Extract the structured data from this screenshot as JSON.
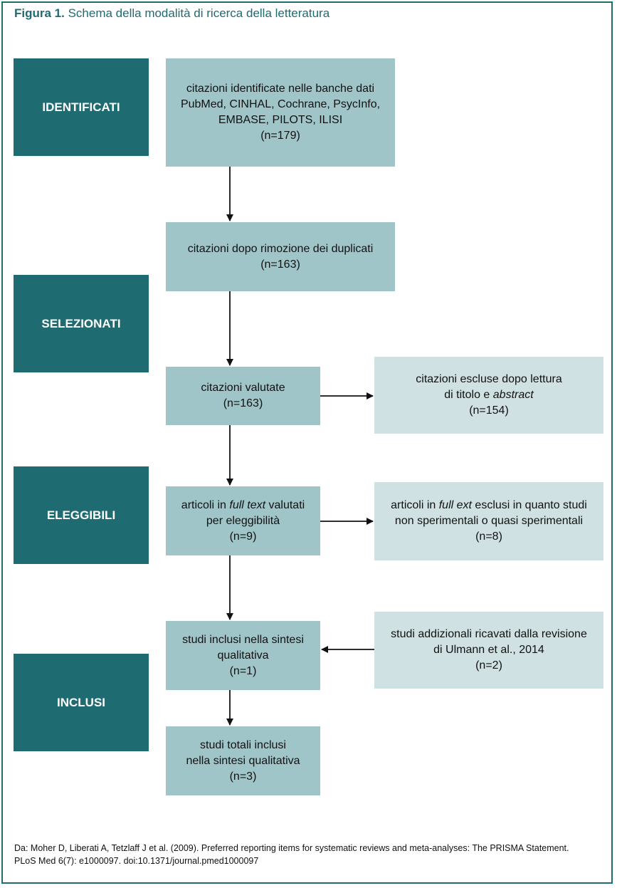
{
  "figure": {
    "label": "Figura 1.",
    "title": "Schema della modalità di ricerca della letteratura"
  },
  "stages": {
    "identified": "IDENTIFICATI",
    "selected": "SELEZIONATI",
    "eligible": "ELEGGIBILI",
    "included": "INCLUSI"
  },
  "boxes": {
    "identified": {
      "line1": "citazioni identificate nelle banche dati",
      "line2": "PubMed, CINHAL, Cochrane, PsycInfo,",
      "line3": "EMBASE, PILOTS, ILISI",
      "count": "(n=179)"
    },
    "dedup": {
      "line1": "citazioni dopo rimozione dei duplicati",
      "count": "(n=163)"
    },
    "screened": {
      "line1": "citazioni valutate",
      "count": "(n=163)"
    },
    "excluded_screen": {
      "line1": "citazioni escluse dopo lettura",
      "line2_pre": "di titolo e ",
      "line2_em": "abstract",
      "count": "(n=154)"
    },
    "fulltext": {
      "line1_pre": "articoli in ",
      "line1_em": "full text",
      "line1_post": " valutati",
      "line2": "per eleggibilità",
      "count": "(n=9)"
    },
    "excluded_fulltext": {
      "line1_pre": "articoli in ",
      "line1_em": "full ext",
      "line1_post": " esclusi in quanto studi",
      "line2": "non sperimentali o quasi sperimentali",
      "count": "(n=8)"
    },
    "qualitative": {
      "line1": "studi inclusi nella sintesi",
      "line2": "qualitativa",
      "count": "(n=1)"
    },
    "additional": {
      "line1": "studi addizionali ricavati dalla revisione",
      "line2": "di Ulmann et al., 2014",
      "count": "(n=2)"
    },
    "total": {
      "line1": "studi totali inclusi",
      "line2": "nella sintesi qualitativa",
      "count": "(n=3)"
    }
  },
  "footer": {
    "line1": "Da: Moher D, Liberati A, Tetzlaff J et al. (2009). Preferred reporting items for systematic reviews and meta-analyses: The PRISMA Statement.",
    "line2": "PLoS Med 6(7): e1000097. doi:10.1371/journal.pmed1000097"
  },
  "colors": {
    "stage": "#1f6b72",
    "main_box": "#9fc5c9",
    "side_box": "#cfe1e3",
    "border": "#1f6b72"
  }
}
